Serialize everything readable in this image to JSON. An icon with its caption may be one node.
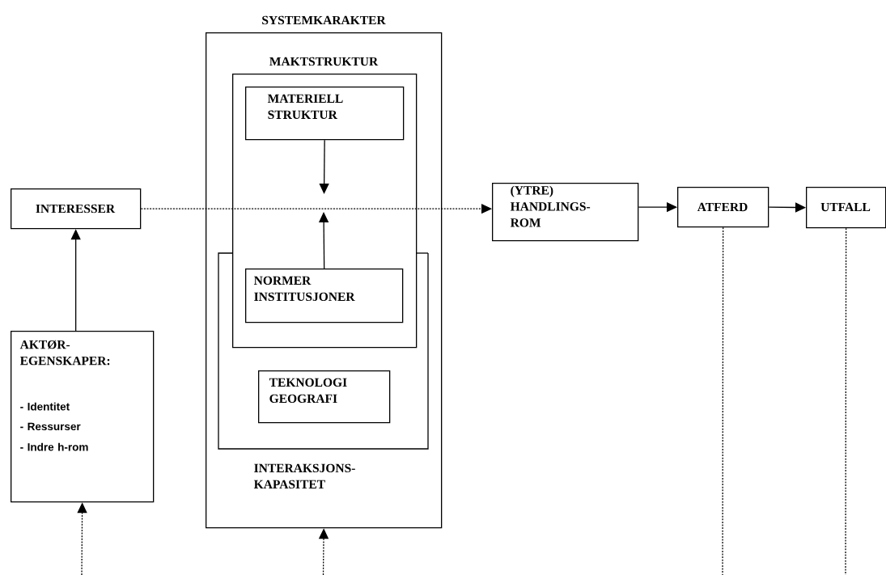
{
  "diagram": {
    "nodes": [
      {
        "text": [
          "INTERESSER"
        ]
      },
      {
        "text": [
          "AKTØR- EGENSKAPER:",
          "- Identitet",
          "- Ressurser",
          "- Indre h-rom"
        ]
      },
      {
        "text": [
          "SYSTEMKARAKTER"
        ]
      },
      {
        "text": [
          "MAKTSTRUKTUR"
        ],
        "in": 2
      },
      {
        "text": [
          "MATERIELL STRUKTUR"
        ],
        "in": 3
      },
      {
        "text": [
          "NORMER INSTITUSJONER"
        ]
      },
      {
        "text": [
          "INTERAKSJONS- KAPASITET"
        ],
        "in": 2
      },
      {
        "text": [
          "TEKNOLOGI GEOGRAFI"
        ],
        "in": 6
      },
      {
        "text": [
          "(YTRE) HANDLINGS- ROM"
        ]
      },
      {
        "text": [
          "ATFERD"
        ]
      },
      {
        "text": [
          "UTFALL"
        ]
      }
    ],
    "edges": [
      {
        "from": 1,
        "to": 0,
        "arrow": "to"
      },
      {
        "from": 0,
        "to": 8,
        "arrow": "to",
        "style": "dashed"
      },
      {
        "from": 4,
        "to": null,
        "arrow": "to"
      },
      {
        "from": 5,
        "to": null,
        "arrow": "to"
      },
      {
        "from": 8,
        "to": 9,
        "arrow": "to"
      },
      {
        "from": 9,
        "to": 10,
        "arrow": "to"
      },
      {
        "from": null,
        "to": 1,
        "arrow": "to",
        "style": "dashed"
      },
      {
        "from": null,
        "to": 2,
        "arrow": "to",
        "style": "dashed"
      },
      {
        "from": 9,
        "to": null,
        "arrow": "none",
        "style": "dashed"
      },
      {
        "from": 10,
        "to": null,
        "arrow": "none",
        "style": "dashed"
      }
    ]
  }
}
